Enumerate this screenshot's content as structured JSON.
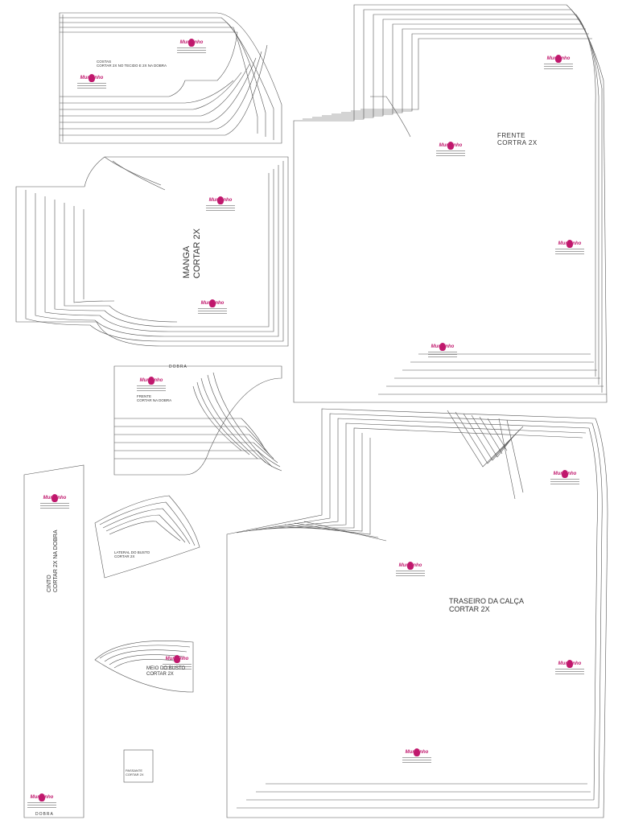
{
  "brand": "Mundinho",
  "pieces": {
    "top_left": {
      "line1": "COSTAS",
      "line2": "CORTAR 2X NO TECIDO E 2X NA DOBRA"
    },
    "manga": {
      "line1": "MANGA",
      "line2": "CORTAR 2X"
    },
    "frente_top": {
      "dobra": "DOBRA",
      "line1": "FRENTE",
      "line2": "CORTAR NA DOBRA"
    },
    "frente_pants": {
      "line1": "FRENTE",
      "line2": "CORTRA 2X"
    },
    "cinto": {
      "line1": "CINTO",
      "line2": "CORTAR 2X NA DOBRA",
      "dobra": "DOBRA"
    },
    "lateral": {
      "line1": "LATERAL DO BUSTO",
      "line2": "CORTAR 2X"
    },
    "meio": {
      "line1": "MEIO DO BUSTO",
      "line2": "CORTAR 2X"
    },
    "passante": {
      "line1": "PASSANTE",
      "line2": "CORTAR 2X"
    },
    "traseiro": {
      "line1": "TRASEIRO DA CALÇA",
      "line2": "CORTAR 2X"
    }
  }
}
